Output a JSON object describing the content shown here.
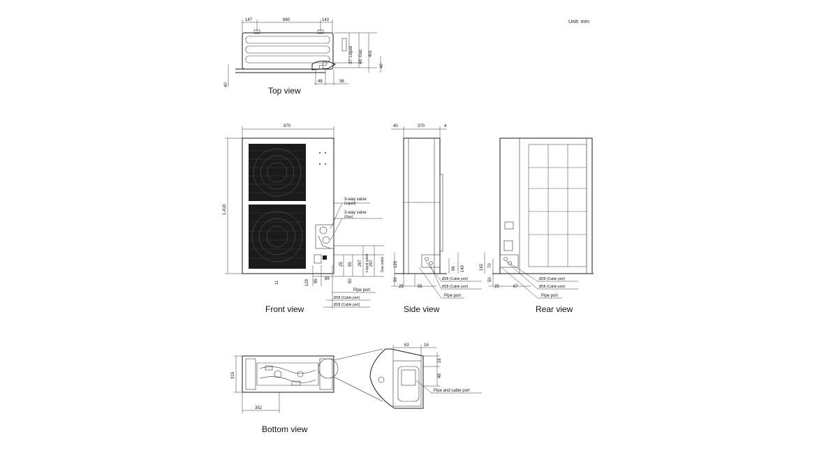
{
  "unit": "Unit: mm",
  "views": {
    "top": {
      "title": "Top view",
      "dims": {
        "a": "147",
        "b": "680",
        "c": "143",
        "liquid": "37: Liquid",
        "gas": "48: Gas",
        "depth": "401",
        "foot": "40",
        "left40": "40",
        "d48": "48",
        "d36": "36"
      }
    },
    "front": {
      "title": "Front view",
      "dims": {
        "width": "970",
        "height": "1,418",
        "d11": "11",
        "d129": "129",
        "d85": "85",
        "d89": "89",
        "d29": "29",
        "d95": "95",
        "d50": "50",
        "d267": "267",
        "d297": "297"
      },
      "labels": {
        "valve_liquid": "3-way valve",
        "valve_liquid_sub": "(Liquid)",
        "valve_gas": "3-way valve",
        "valve_gas_sub": "(Gas)",
        "liquid_valve": "Liquid valve",
        "gas_valve": "Gas valve",
        "pipe_port": "Pipe port",
        "cable1": "Ø28 (Cable port)",
        "cable2": "Ø28 (Cable port)"
      }
    },
    "side": {
      "title": "Side view",
      "dims": {
        "d40": "40",
        "d370": "370",
        "d4": "4",
        "d120": "120",
        "d96": "96",
        "d140": "140",
        "d50": "50",
        "d25": "25",
        "d55": "55"
      },
      "labels": {
        "cable1": "Ø28 (Cable port)",
        "cable2": "Ø28 (Cable port)",
        "pipe_port": "Pipe port"
      }
    },
    "rear": {
      "title": "Rear view",
      "dims": {
        "d142": "142",
        "d70": "70",
        "d50": "50",
        "d25": "25",
        "d67": "67"
      },
      "labels": {
        "cable1": "Ø28 (Cable port)",
        "cable2": "Ø28 (Cable port)",
        "pipe_port": "Pipe port"
      }
    },
    "bottom": {
      "title": "Bottom view",
      "dims": {
        "d315": "315",
        "d352": "352",
        "d63": "63",
        "d16a": "16",
        "d16b": "16",
        "d48": "48"
      },
      "labels": {
        "pipe_cable": "Pipe and cable port"
      }
    }
  }
}
